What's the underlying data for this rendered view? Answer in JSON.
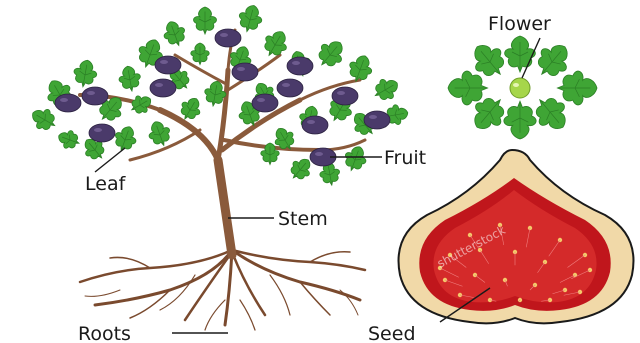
{
  "labels": {
    "flower": "Flower",
    "fruit": "Fruit",
    "leaf": "Leaf",
    "stem": "Stem",
    "roots": "Roots",
    "seed": "Seed"
  },
  "watermark": "shutterstock",
  "colors": {
    "leaf": "#3fa535",
    "leaf_dark": "#2b7f25",
    "trunk": "#8a5a3b",
    "root": "#7a4a2e",
    "fig": "#4a3a6a",
    "flesh": "#c0161c",
    "skin": "#f1d9a8",
    "line": "#1a1a1a"
  },
  "icons": {
    "leaf": "fig-leaf-icon",
    "fruit": "fig-fruit-icon",
    "flower": "fig-flower-icon",
    "section": "fig-cross-section-icon"
  }
}
